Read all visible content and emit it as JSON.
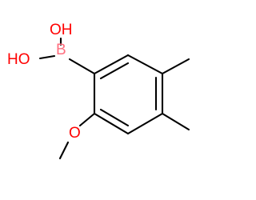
{
  "structure": {
    "atoms": {
      "hydroxyl_top": {
        "text": "OH",
        "color": "#ff0000"
      },
      "hydroxyl_left": {
        "text": "HO",
        "color": "#ff0000"
      },
      "boron": {
        "text": "B",
        "color": "#ff6f7f"
      },
      "methoxy_oxygen": {
        "text": "O",
        "color": "#ff0000"
      }
    }
  }
}
